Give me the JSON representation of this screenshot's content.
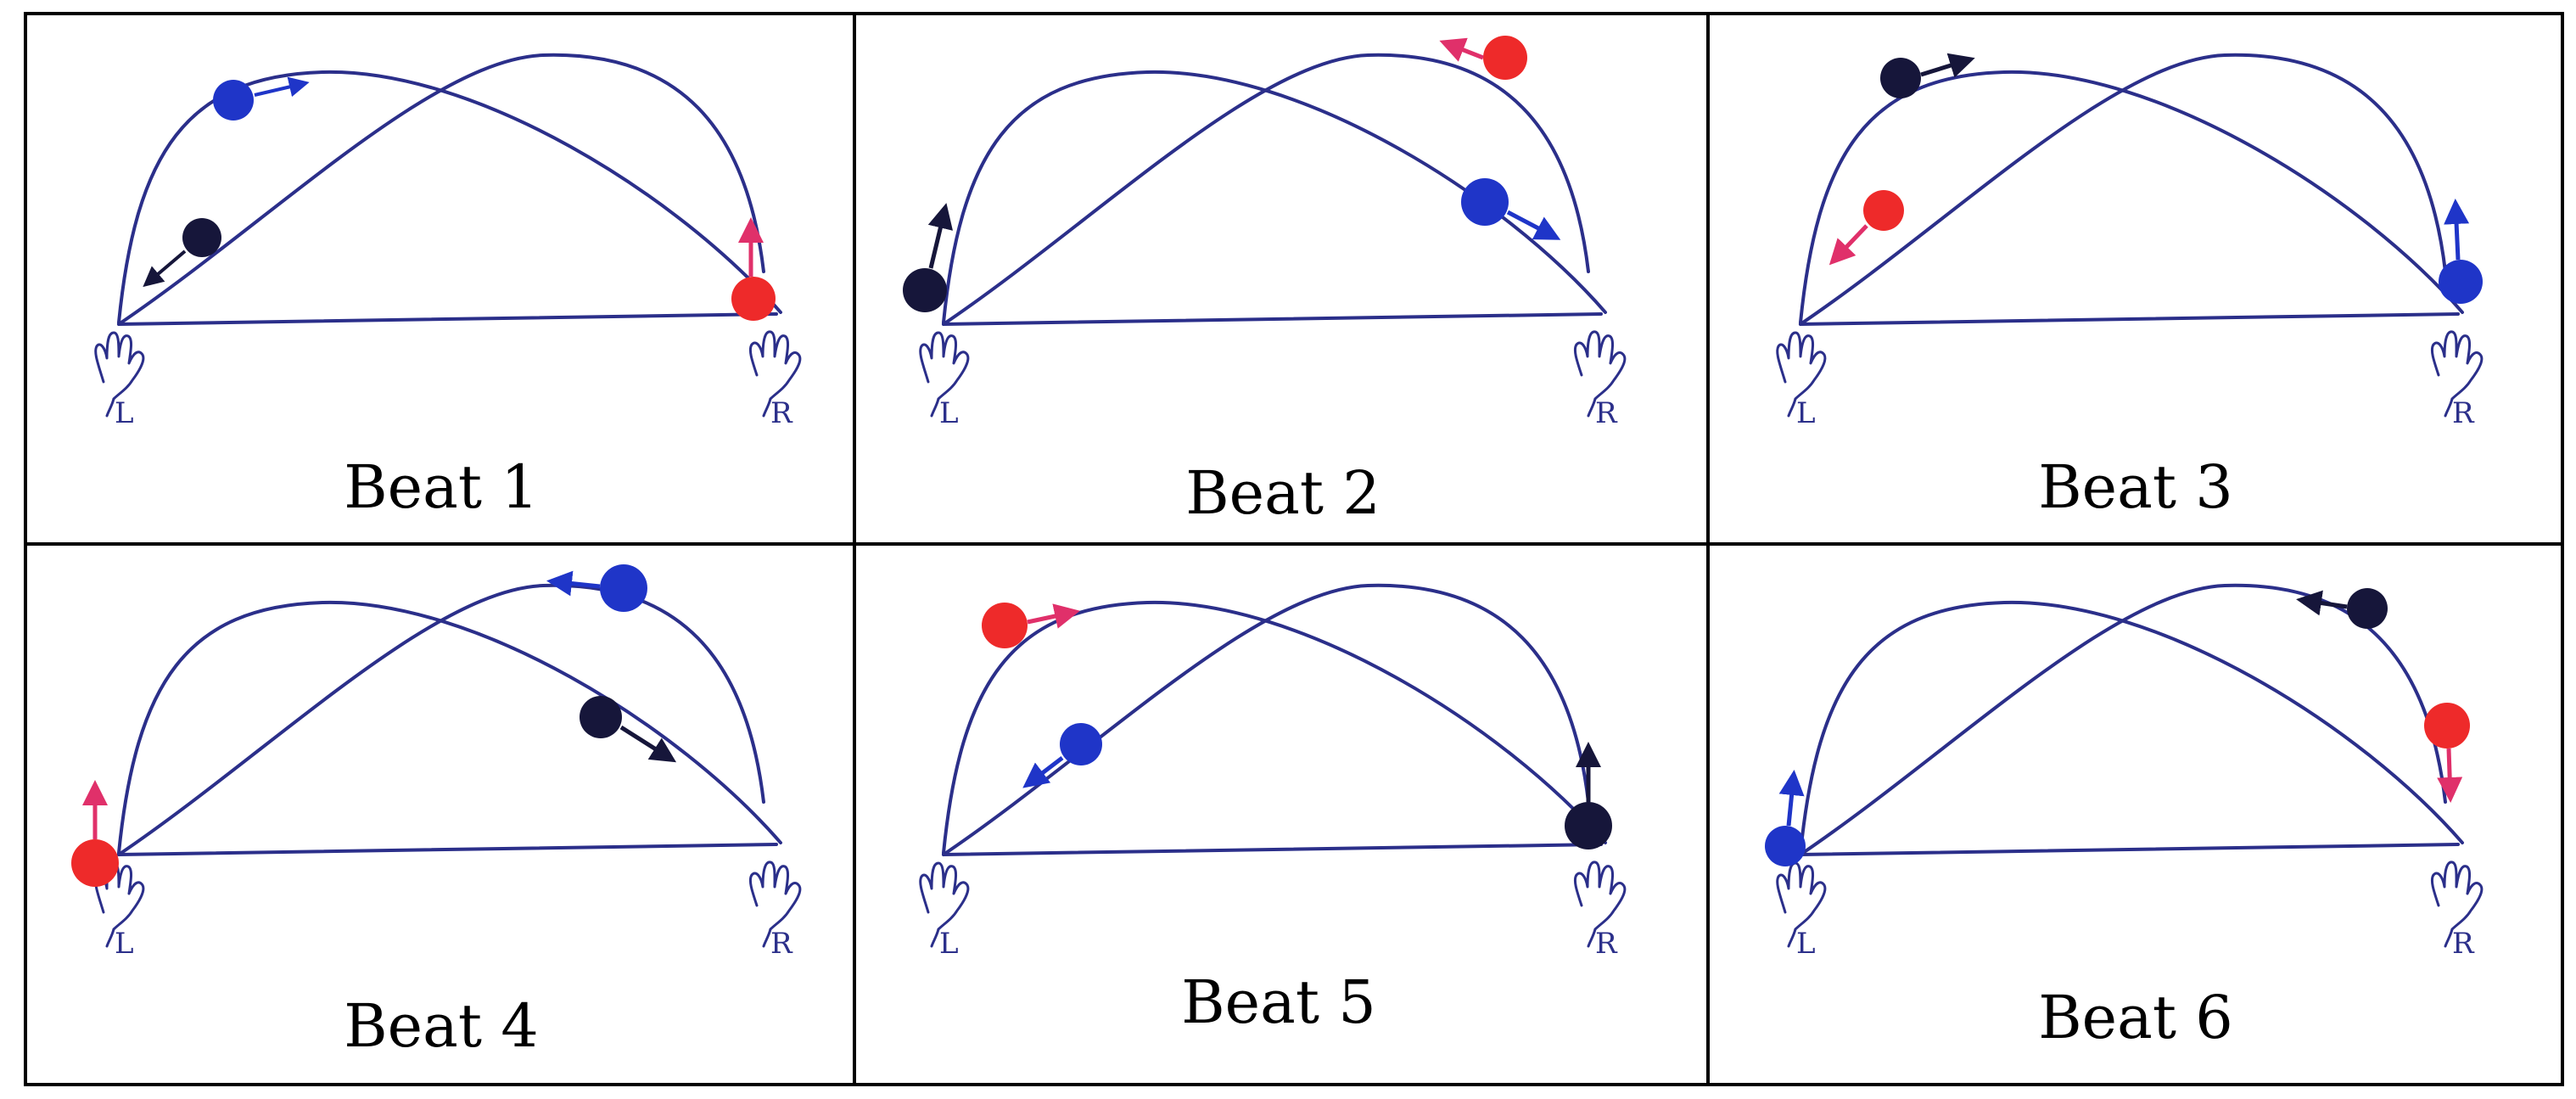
{
  "colors": {
    "curve": "#2b2f8a",
    "baseline": "#2b2f8a",
    "ball_blue": "#1f35c8",
    "ball_black": "#16163a",
    "ball_red": "#ee2a2a",
    "arrow_red": "#e0306a",
    "border": "#000000"
  },
  "hand_labels": {
    "left": "L",
    "right": "R"
  },
  "panels": [
    {
      "caption": "Beat 1",
      "balls": [
        {
          "color": "blue",
          "position": "left arc, upper",
          "direction": "toward right"
        },
        {
          "color": "black",
          "position": "rising arc, lower left",
          "direction": "toward left hand"
        },
        {
          "color": "red",
          "position": "right hand",
          "direction": "up"
        }
      ]
    },
    {
      "caption": "Beat 2",
      "balls": [
        {
          "color": "black",
          "position": "left hand",
          "direction": "up"
        },
        {
          "color": "red",
          "position": "right arc, top",
          "direction": "toward left"
        },
        {
          "color": "blue",
          "position": "descending arc, right",
          "direction": "toward right hand"
        }
      ]
    },
    {
      "caption": "Beat 3",
      "balls": [
        {
          "color": "black",
          "position": "left arc, upper",
          "direction": "toward right"
        },
        {
          "color": "red",
          "position": "rising arc, lower left",
          "direction": "toward left hand"
        },
        {
          "color": "blue",
          "position": "right hand",
          "direction": "up"
        }
      ]
    },
    {
      "caption": "Beat 4",
      "balls": [
        {
          "color": "red",
          "position": "left hand",
          "direction": "up"
        },
        {
          "color": "blue",
          "position": "right arc, top",
          "direction": "toward left"
        },
        {
          "color": "black",
          "position": "descending arc, right",
          "direction": "toward right hand"
        }
      ]
    },
    {
      "caption": "Beat 5",
      "balls": [
        {
          "color": "red",
          "position": "left arc, upper",
          "direction": "toward right"
        },
        {
          "color": "blue",
          "position": "rising arc, lower left",
          "direction": "toward left hand"
        },
        {
          "color": "black",
          "position": "right hand",
          "direction": "up"
        }
      ]
    },
    {
      "caption": "Beat 6",
      "balls": [
        {
          "color": "blue",
          "position": "left hand",
          "direction": "up"
        },
        {
          "color": "black",
          "position": "right arc, top",
          "direction": "toward left"
        },
        {
          "color": "red",
          "position": "right arc, lower",
          "direction": "down toward right hand"
        }
      ]
    }
  ]
}
